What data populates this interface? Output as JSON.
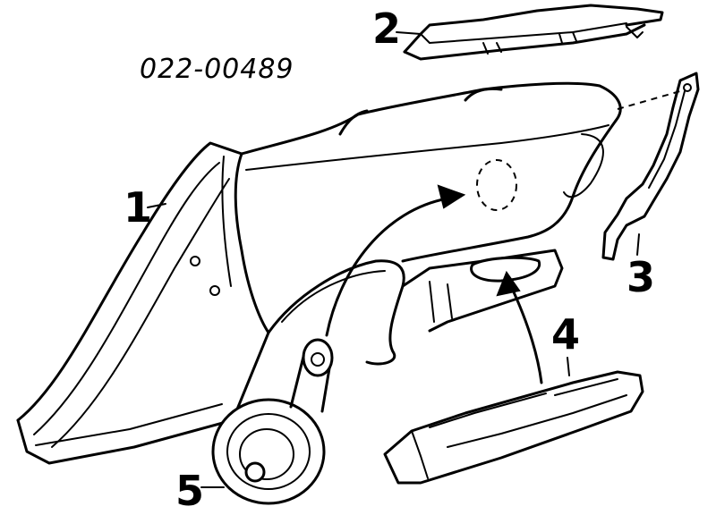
{
  "code": "022-00489",
  "callouts": [
    {
      "id": "1",
      "label": "1"
    },
    {
      "id": "2",
      "label": "2"
    },
    {
      "id": "3",
      "label": "3"
    },
    {
      "id": "4",
      "label": "4"
    },
    {
      "id": "5",
      "label": "5"
    }
  ]
}
